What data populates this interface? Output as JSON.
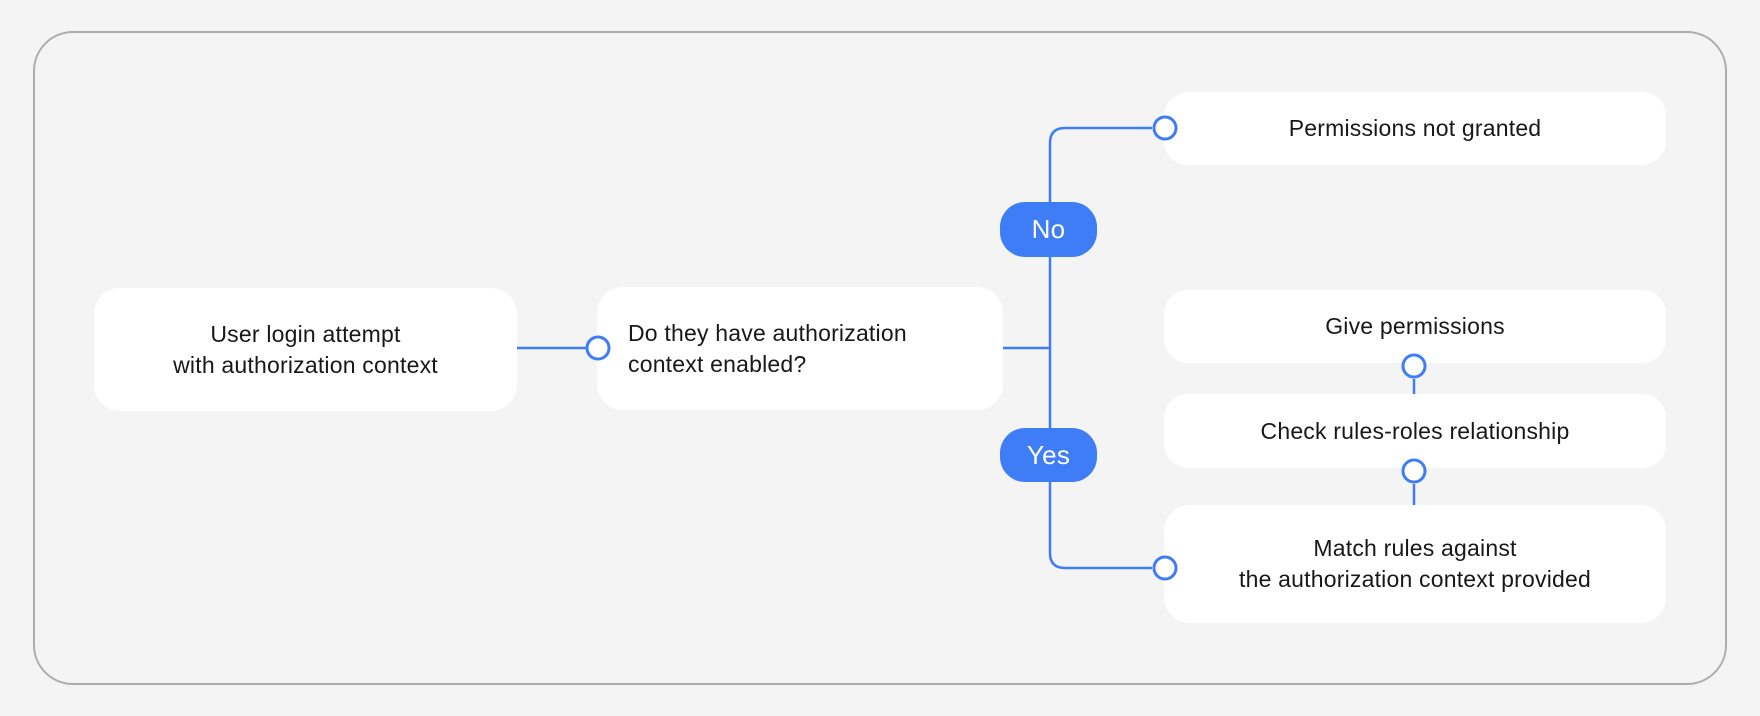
{
  "colors": {
    "accent_blue": "#3e7df6",
    "node_background": "#ffffff",
    "canvas_background": "#f4f4f5",
    "frame_border": "#adadb1",
    "text": "#18181b",
    "pill_text": "#ffffff"
  },
  "nodes": {
    "user_login": {
      "line1": "User login attempt",
      "line2": "with authorization context"
    },
    "question": {
      "line1": "Do they have authorization",
      "line2": "context enabled?"
    },
    "permissions_not_granted": {
      "label": "Permissions not granted"
    },
    "give_permissions": {
      "label": "Give permissions"
    },
    "check_rules": {
      "label": "Check rules-roles relationship"
    },
    "match_rules": {
      "line1": "Match rules against",
      "line2": "the authorization context provided"
    }
  },
  "branches": {
    "no": "No",
    "yes": "Yes"
  }
}
